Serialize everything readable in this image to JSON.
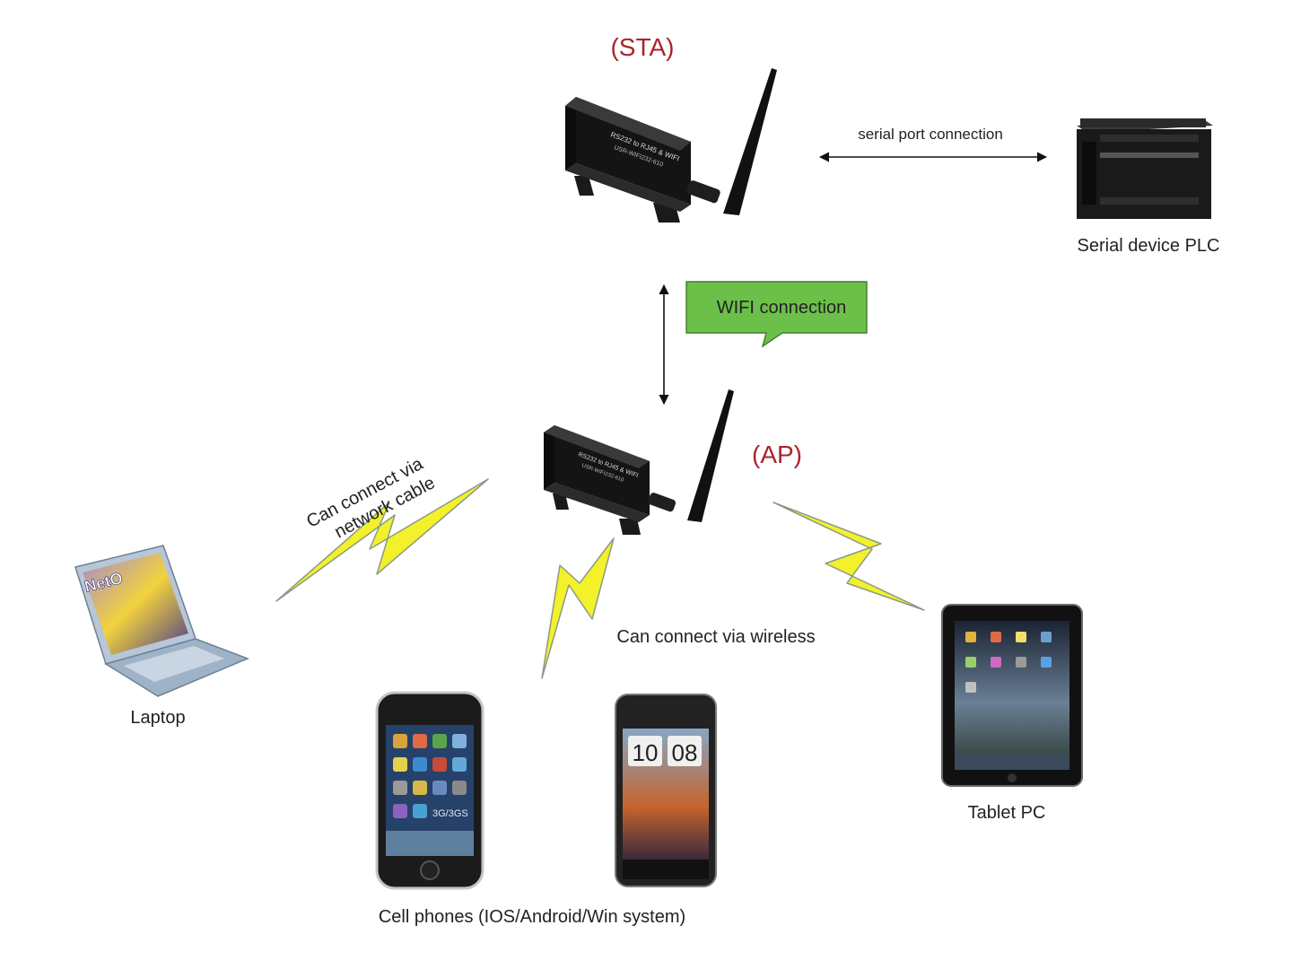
{
  "labels": {
    "sta": "(STA)",
    "ap": "(AP)",
    "serial_connection": "serial port connection",
    "serial_device": "Serial device PLC",
    "wifi_connection": "WIFI connection",
    "cable_line1": "Can connect via",
    "cable_line2": "network cable",
    "wireless": "Can connect via wireless",
    "laptop": "Laptop",
    "tablet": "Tablet PC",
    "cell_phones": "Cell phones (IOS/Android/Win system)"
  },
  "device": {
    "line1": "RS232 to RJ45 & WIFI",
    "line2": "USR-WIFI232-610"
  },
  "screens": {
    "laptop_text": "NetO",
    "clock_hour": "10",
    "clock_min": "08",
    "iphone_label": "3G/3GS"
  },
  "colors": {
    "callout_fill": "#6cc04a",
    "callout_border": "#3f7f2a",
    "red_label": "#a8252b",
    "bolt_fill": "#f3f12a",
    "bolt_stroke": "#8a9a8a"
  }
}
